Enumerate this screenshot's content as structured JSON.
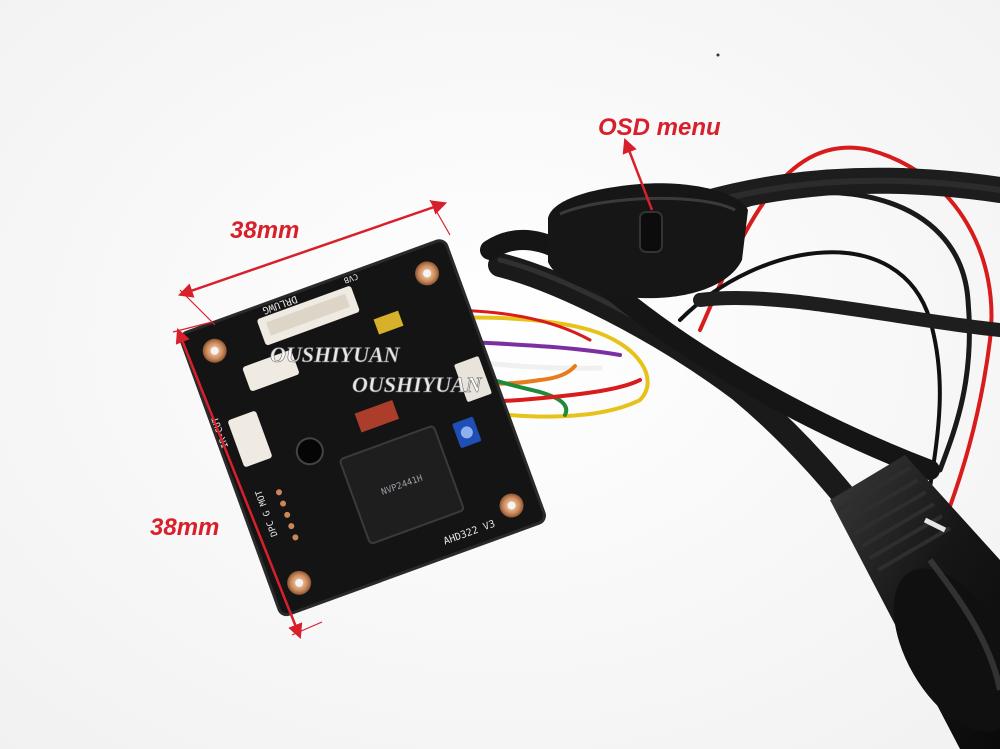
{
  "annotations": {
    "osd_label": "OSD menu",
    "width_label": "38mm",
    "height_label": "38mm"
  },
  "watermark": {
    "text_1": "OUSHIYUAN",
    "text_2": "OUSHIYUAN"
  },
  "pcb_silkscreen": {
    "brand": "DRLUWG",
    "connector_top": "CVB",
    "ircut": "IR-CUT",
    "pins": "DPC G MOT",
    "model": "AHD322 V3",
    "chip": "NVP2441H"
  },
  "colors": {
    "annotation_red": "#d8202c",
    "pcb_black": "#141414",
    "cable_black": "#1a1a1a",
    "wire_red": "#d81b1b",
    "wire_purple": "#7b2fa0",
    "wire_green": "#1e8a3a",
    "wire_orange": "#e87b1c",
    "wire_yellow": "#e8c21c",
    "wire_white": "#f0f0f0",
    "trimmer_blue": "#1f4fb5",
    "copper_pad": "#c9875a"
  }
}
